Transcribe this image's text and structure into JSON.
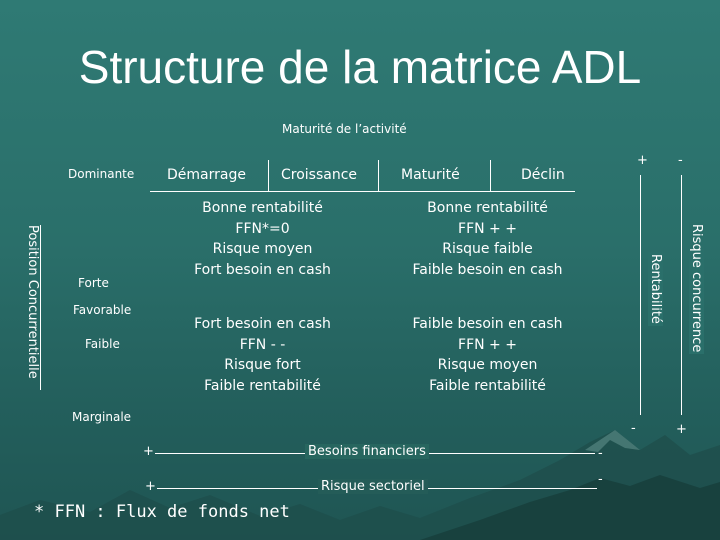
{
  "title": "Structure de la matrice ADL",
  "axis_top": "Maturité de l’activité",
  "phases": [
    "Démarrage",
    "Croissance",
    "Maturité",
    "Déclin"
  ],
  "positions": [
    "Dominante",
    "Forte",
    "Favorable",
    "Faible",
    "Marginale"
  ],
  "left_axis": "Position Concurrentielle",
  "right_axes": {
    "rentabilite": "Rentabilité",
    "risque": "Risque concurrence"
  },
  "signs": {
    "top_rent": "+",
    "top_risk": "-",
    "bottom_rent": "-",
    "bottom_risk": "+",
    "bf_left": "+",
    "bf_right": "-",
    "rs_left": "+",
    "rs_right": "-"
  },
  "cells": {
    "top_left": [
      "Bonne rentabilité",
      "FFN*=0",
      "Risque moyen",
      "Fort besoin en cash"
    ],
    "top_right": [
      "Bonne rentabilité",
      "FFN + +",
      "Risque faible",
      "Faible besoin en cash"
    ],
    "bottom_left": [
      "Fort besoin en cash",
      "FFN - -",
      "Risque fort",
      "Faible rentabilité"
    ],
    "bottom_right": [
      "Faible besoin en cash",
      "FFN + +",
      "Risque moyen",
      "Faible rentabilité"
    ]
  },
  "bottom_axes": {
    "besoins": "Besoins financiers",
    "risque": "Risque sectoriel"
  },
  "footnote": "* FFN : Flux de fonds net"
}
